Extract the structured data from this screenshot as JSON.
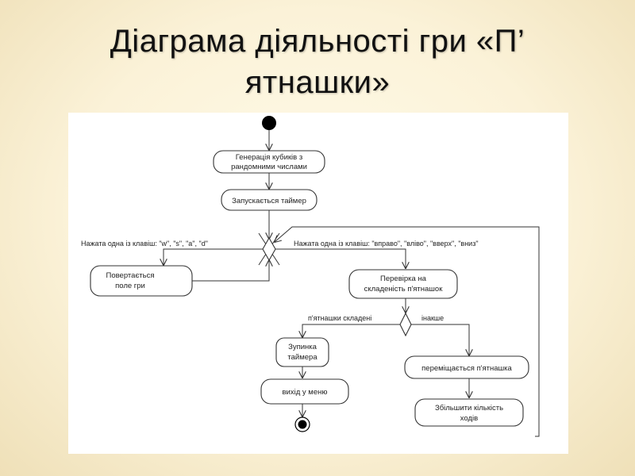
{
  "slide": {
    "title_line1": "Діаграма діяльності гри «П’",
    "title_line2": "ятнашки»"
  },
  "diagram": {
    "nodes": {
      "generate_line1": "Генерація кубиків з",
      "generate_line2": "рандомними числами",
      "timer_start": "Запускається таймер",
      "return_line1": "Повертається",
      "return_line2": "поле гри",
      "check_line1": "Перевірка на",
      "check_line2": "складеність п'ятнашок",
      "stop_line1": "Зупинка",
      "stop_line2": "таймера",
      "exit_menu": "вихід у меню",
      "move_tile": "переміщається п'ятнашка",
      "increase_line1": "Збільшити кількість",
      "increase_line2": "ходів"
    },
    "guards": {
      "keys_wsad": "Нажата одна із клавіш: \"w\", \"s\", \"a\", \"d\"",
      "keys_arrows": "Нажата одна із клавіш:  \"вправо\", \"вліво\", \"вверх\", \"вниз\"",
      "solved": "п'ятнашки складені",
      "otherwise": "інакше"
    }
  }
}
